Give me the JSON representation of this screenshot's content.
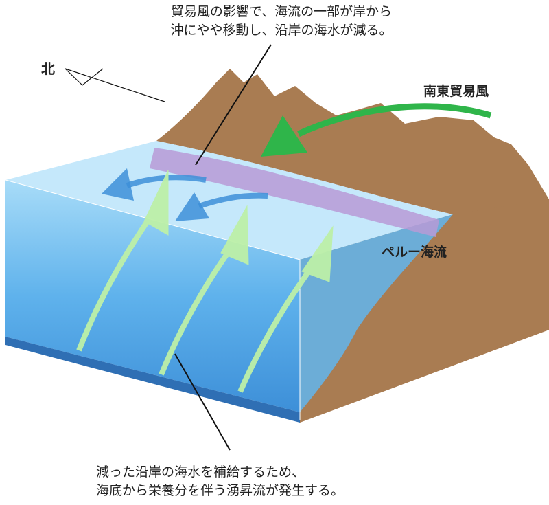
{
  "labels": {
    "top_caption_line1": "貿易風の影響で、海流の一部が岸から",
    "top_caption_line2": "沖にやや移動し、沿岸の海水が減る。",
    "north": "北",
    "trade_wind": "南東貿易風",
    "peru_current": "ペルー海流",
    "bottom_caption_line1": "減った沿岸の海水を補給するため、",
    "bottom_caption_line2": "海底から栄養分を伴う湧昇流が発生する。"
  },
  "colors": {
    "land": "#a97c52",
    "water": "#5fb2ec",
    "water_surface": "#bfe6fb",
    "sea_floor": "#2f6fb4",
    "trade_wind_arrow": "#2fb54a",
    "peru_current_band": "#b79ad6",
    "upwelling_arrow": "#bdf0a8",
    "offshore_current_arrow": "#3d8fd8"
  }
}
